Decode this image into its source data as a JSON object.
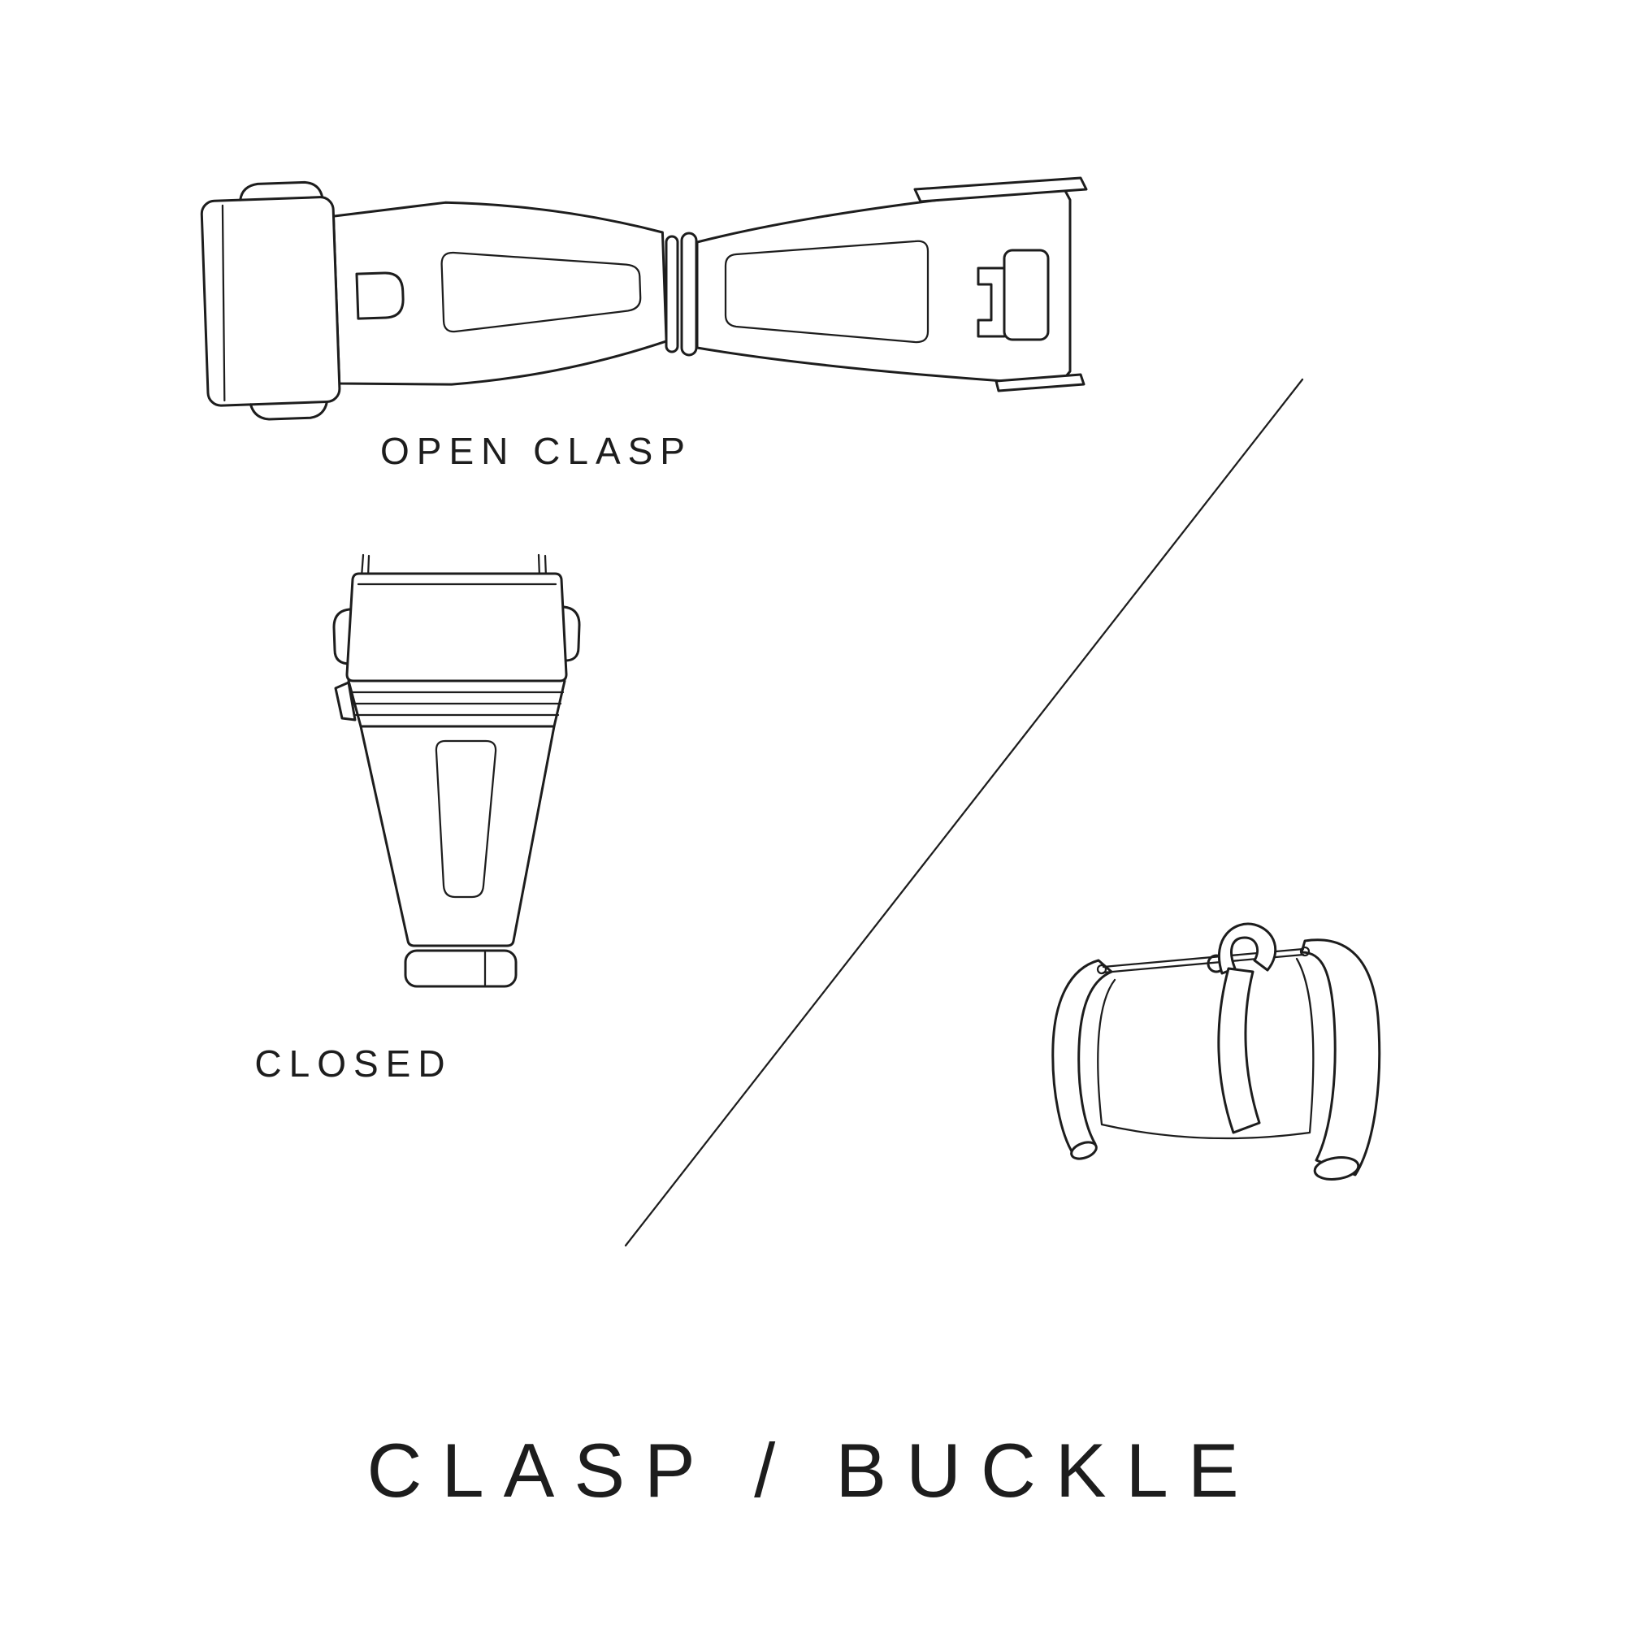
{
  "labels": {
    "open_clasp": "OPEN CLASP",
    "closed": "CLOSED",
    "title": "CLASP / BUCKLE"
  },
  "illustrations": {
    "open_clasp": "open watch deployant clasp, top view line drawing",
    "closed_clasp": "closed watch clasp, top view line drawing",
    "buckle": "watch tang buckle with pin, perspective line drawing"
  },
  "colors": {
    "line": "#1d1d1d",
    "background": "#ffffff"
  }
}
